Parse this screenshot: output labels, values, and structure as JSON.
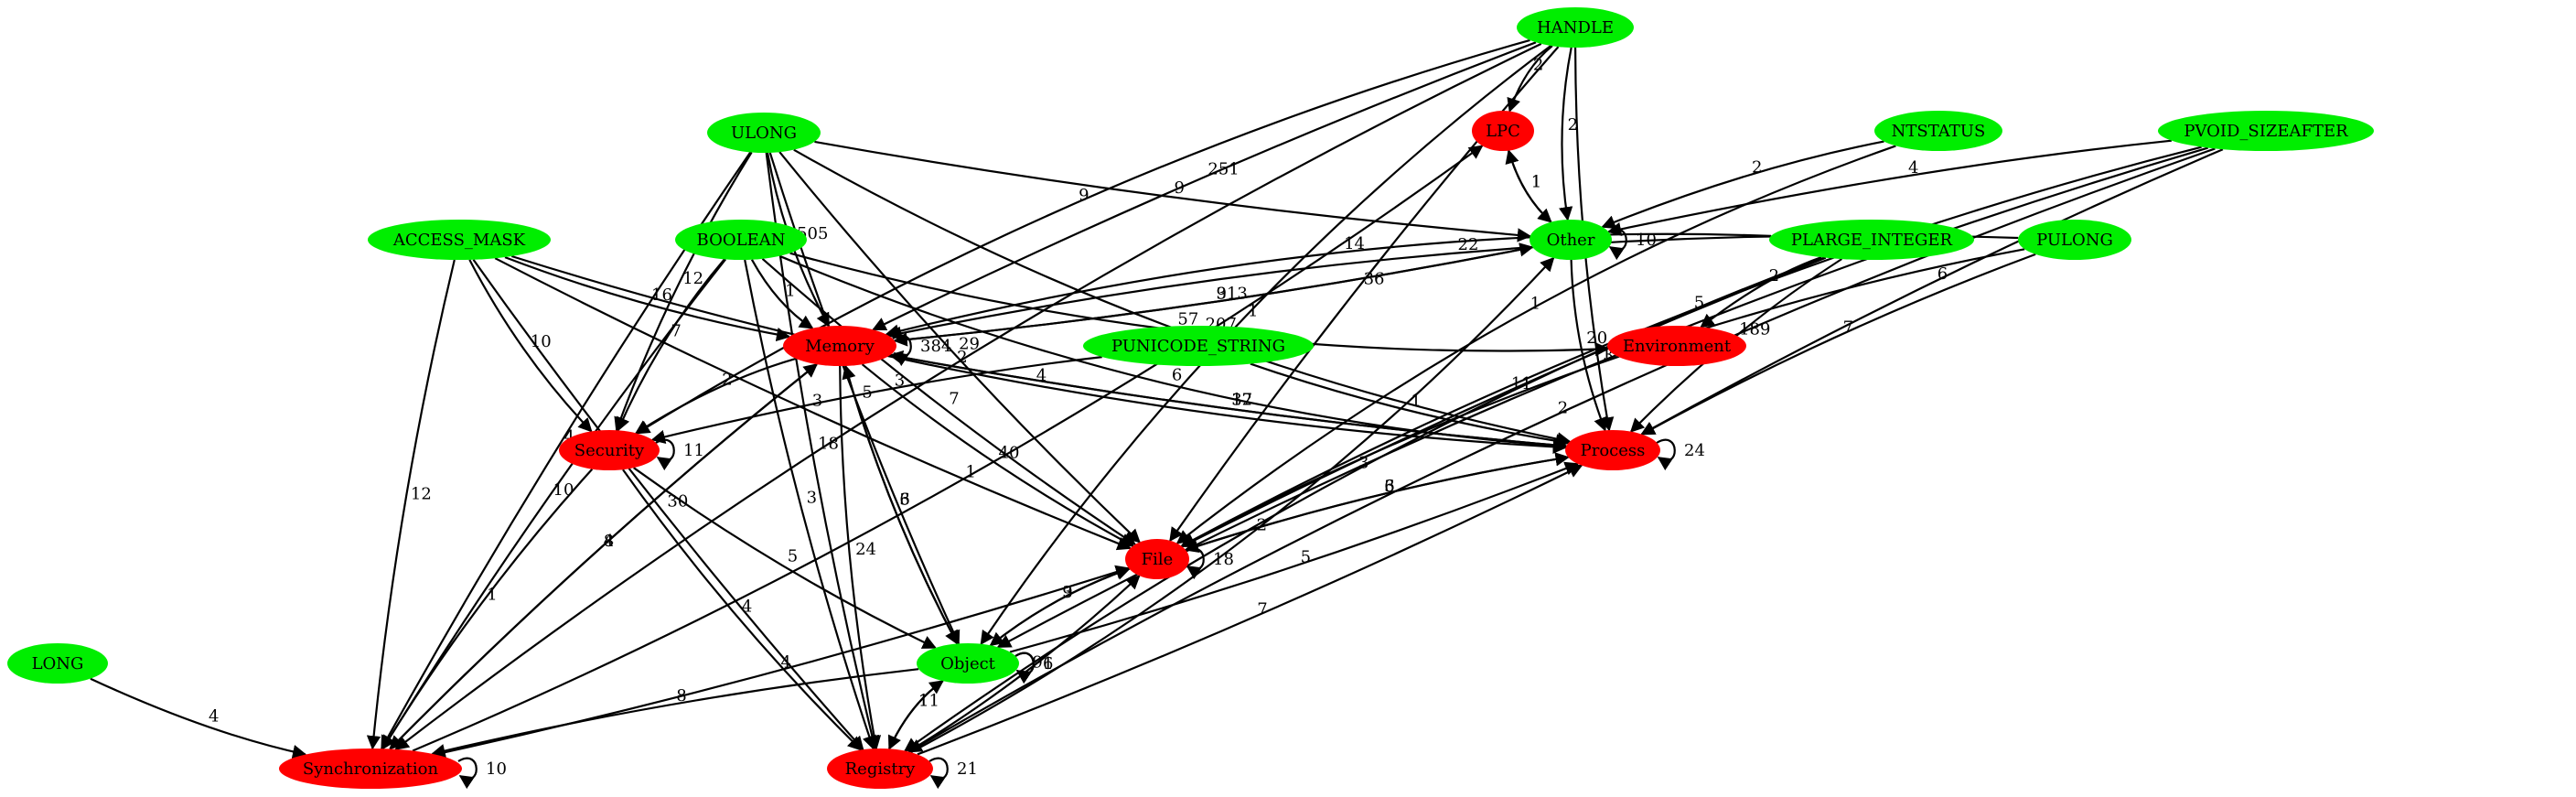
{
  "colors": {
    "green": "#00ee00",
    "red": "#ff0000",
    "edge": "#000000"
  },
  "nodes": [
    {
      "id": "HANDLE",
      "label": "HANDLE",
      "fill": "green"
    },
    {
      "id": "ULONG",
      "label": "ULONG",
      "fill": "green"
    },
    {
      "id": "LPC",
      "label": "LPC",
      "fill": "red"
    },
    {
      "id": "NTSTATUS",
      "label": "NTSTATUS",
      "fill": "green"
    },
    {
      "id": "PVOID_SIZEAFTER",
      "label": "PVOID_SIZEAFTER",
      "fill": "green"
    },
    {
      "id": "ACCESS_MASK",
      "label": "ACCESS_MASK",
      "fill": "green"
    },
    {
      "id": "BOOLEAN",
      "label": "BOOLEAN",
      "fill": "green"
    },
    {
      "id": "Other",
      "label": "Other",
      "fill": "green"
    },
    {
      "id": "PLARGE_INTEGER",
      "label": "PLARGE_INTEGER",
      "fill": "green"
    },
    {
      "id": "PULONG",
      "label": "PULONG",
      "fill": "green"
    },
    {
      "id": "Memory",
      "label": "Memory",
      "fill": "red"
    },
    {
      "id": "PUNICODE_STRING",
      "label": "PUNICODE_STRING",
      "fill": "green"
    },
    {
      "id": "Environment",
      "label": "Environment",
      "fill": "red"
    },
    {
      "id": "Security",
      "label": "Security",
      "fill": "red"
    },
    {
      "id": "Process",
      "label": "Process",
      "fill": "red"
    },
    {
      "id": "File",
      "label": "File",
      "fill": "red"
    },
    {
      "id": "LONG",
      "label": "LONG",
      "fill": "green"
    },
    {
      "id": "Object",
      "label": "Object",
      "fill": "green"
    },
    {
      "id": "Synchronization",
      "label": "Synchronization",
      "fill": "red"
    },
    {
      "id": "Registry",
      "label": "Registry",
      "fill": "red"
    }
  ],
  "edges": [
    {
      "from": "HANDLE",
      "to": "LPC",
      "label": "2"
    },
    {
      "from": "HANDLE",
      "to": "Other",
      "label": "2"
    },
    {
      "from": "HANDLE",
      "to": "Memory",
      "label": "251"
    },
    {
      "from": "HANDLE",
      "to": "Security",
      "label": "9"
    },
    {
      "from": "HANDLE",
      "to": "Synchronization",
      "label": "2"
    },
    {
      "from": "HANDLE",
      "to": "File",
      "label": "36"
    },
    {
      "from": "HANDLE",
      "to": "Process",
      "label": "3"
    },
    {
      "from": "HANDLE",
      "to": "Object",
      "label": "1"
    },
    {
      "from": "ULONG",
      "to": "Other",
      "label": "9"
    },
    {
      "from": "ULONG",
      "to": "Memory",
      "label": "505"
    },
    {
      "from": "ULONG",
      "to": "Security",
      "label": "12"
    },
    {
      "from": "ULONG",
      "to": "Synchronization",
      "label": "4"
    },
    {
      "from": "ULONG",
      "to": "Registry",
      "label": "18"
    },
    {
      "from": "ULONG",
      "to": "Object",
      "label": "5"
    },
    {
      "from": "ULONG",
      "to": "File",
      "label": "29"
    },
    {
      "from": "ULONG",
      "to": "Process",
      "label": "57"
    },
    {
      "from": "LPC",
      "to": "Other",
      "label": "1"
    },
    {
      "from": "Other",
      "to": "LPC",
      "label": "1"
    },
    {
      "from": "Other",
      "to": "Other",
      "label": "10"
    },
    {
      "from": "NTSTATUS",
      "to": "Other",
      "label": "2"
    },
    {
      "from": "NTSTATUS",
      "to": "File",
      "label": "1"
    },
    {
      "from": "PVOID_SIZEAFTER",
      "to": "Other",
      "label": "4"
    },
    {
      "from": "PVOID_SIZEAFTER",
      "to": "Process",
      "label": "6"
    },
    {
      "from": "PVOID_SIZEAFTER",
      "to": "File",
      "label": "5"
    },
    {
      "from": "PVOID_SIZEAFTER",
      "to": "Object",
      "label": "1"
    },
    {
      "from": "PVOID_SIZEAFTER",
      "to": "Registry",
      "label": "2"
    },
    {
      "from": "ACCESS_MASK",
      "to": "Memory",
      "label": "16"
    },
    {
      "from": "ACCESS_MASK",
      "to": "Security",
      "label": "10"
    },
    {
      "from": "ACCESS_MASK",
      "to": "Synchronization",
      "label": "12"
    },
    {
      "from": "ACCESS_MASK",
      "to": "Registry",
      "label": "30"
    },
    {
      "from": "ACCESS_MASK",
      "to": "File",
      "label": "3"
    },
    {
      "from": "ACCESS_MASK",
      "to": "Process",
      "label": "4"
    },
    {
      "from": "BOOLEAN",
      "to": "Memory",
      "label": "1"
    },
    {
      "from": "BOOLEAN",
      "to": "Security",
      "label": "7"
    },
    {
      "from": "BOOLEAN",
      "to": "Synchronization",
      "label": "10"
    },
    {
      "from": "BOOLEAN",
      "to": "Registry",
      "label": "3"
    },
    {
      "from": "BOOLEAN",
      "to": "File",
      "label": "7"
    },
    {
      "from": "BOOLEAN",
      "to": "Process",
      "label": "6"
    },
    {
      "from": "BOOLEAN",
      "to": "Environment",
      "label": "207"
    },
    {
      "from": "PLARGE_INTEGER",
      "to": "Memory",
      "label": "14"
    },
    {
      "from": "PLARGE_INTEGER",
      "to": "Environment",
      "label": "2"
    },
    {
      "from": "PLARGE_INTEGER",
      "to": "Process",
      "label": "189"
    },
    {
      "from": "PLARGE_INTEGER",
      "to": "File",
      "label": "11"
    },
    {
      "from": "PLARGE_INTEGER",
      "to": "Registry",
      "label": "3"
    },
    {
      "from": "PULONG",
      "to": "Memory",
      "label": "22"
    },
    {
      "from": "PULONG",
      "to": "Process",
      "label": "7"
    },
    {
      "from": "PULONG",
      "to": "File",
      "label": "3"
    },
    {
      "from": "Memory",
      "to": "Memory",
      "label": "384"
    },
    {
      "from": "Memory",
      "to": "Other",
      "label": "9"
    },
    {
      "from": "Other",
      "to": "Memory",
      "label": "313"
    },
    {
      "from": "Memory",
      "to": "Security",
      "label": "2"
    },
    {
      "from": "Memory",
      "to": "Process",
      "label": "37"
    },
    {
      "from": "Memory",
      "to": "File",
      "label": "40"
    },
    {
      "from": "Memory",
      "to": "Object",
      "label": "3"
    },
    {
      "from": "Memory",
      "to": "Synchronization",
      "label": "8"
    },
    {
      "from": "Memory",
      "to": "Registry",
      "label": "24"
    },
    {
      "from": "Object",
      "to": "Memory",
      "label": "6"
    },
    {
      "from": "Synchronization",
      "to": "Memory",
      "label": "4"
    },
    {
      "from": "Synchronization",
      "to": "LPC",
      "label": "1"
    },
    {
      "from": "Registry",
      "to": "Other",
      "label": "2"
    },
    {
      "from": "Other",
      "to": "Process",
      "label": "20"
    },
    {
      "from": "PUNICODE_STRING",
      "to": "Process",
      "label": "1"
    },
    {
      "from": "PUNICODE_STRING",
      "to": "Security",
      "label": "3"
    },
    {
      "from": "Process",
      "to": "Memory",
      "label": "12"
    },
    {
      "from": "Security",
      "to": "Security",
      "label": "11"
    },
    {
      "from": "Security",
      "to": "Object",
      "label": "5"
    },
    {
      "from": "Security",
      "to": "Registry",
      "label": "4"
    },
    {
      "from": "Security",
      "to": "Synchronization",
      "label": "1"
    },
    {
      "from": "Process",
      "to": "Process",
      "label": "24"
    },
    {
      "from": "Process",
      "to": "File",
      "label": "6"
    },
    {
      "from": "File",
      "to": "Process",
      "label": "3"
    },
    {
      "from": "Object",
      "to": "Process",
      "label": "5"
    },
    {
      "from": "Registry",
      "to": "Process",
      "label": "7"
    },
    {
      "from": "File",
      "to": "File",
      "label": "18"
    },
    {
      "from": "File",
      "to": "Object",
      "label": "3"
    },
    {
      "from": "Object",
      "to": "File",
      "label": "9"
    },
    {
      "from": "Registry",
      "to": "File",
      "label": "9"
    },
    {
      "from": "Synchronization",
      "to": "File",
      "label": "4"
    },
    {
      "from": "Object",
      "to": "Object",
      "label": "1"
    },
    {
      "from": "Object",
      "to": "Registry",
      "label": "11"
    },
    {
      "from": "Registry",
      "to": "Object",
      "label": "1"
    },
    {
      "from": "Object",
      "to": "Synchronization",
      "label": "8"
    },
    {
      "from": "LONG",
      "to": "Synchronization",
      "label": "4"
    },
    {
      "from": "Synchronization",
      "to": "Synchronization",
      "label": "10"
    },
    {
      "from": "Registry",
      "to": "Registry",
      "label": "21"
    },
    {
      "from": "Object",
      "to": "Object",
      "label": "6"
    }
  ]
}
